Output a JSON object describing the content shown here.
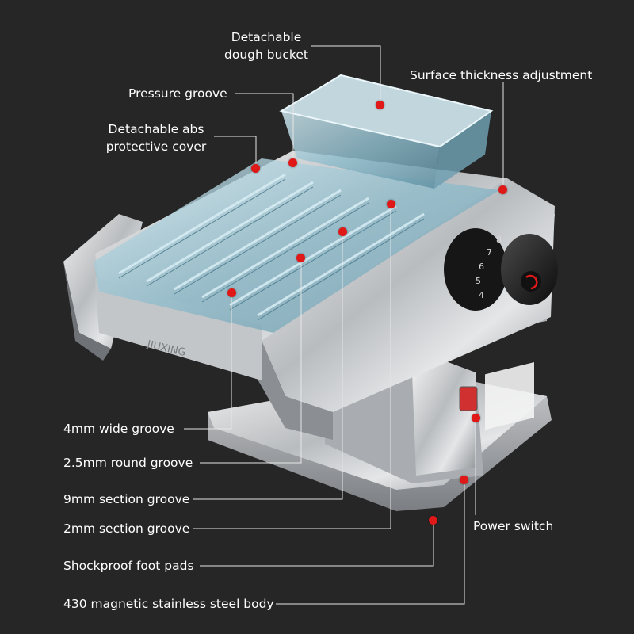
{
  "colors": {
    "background": "#262626",
    "label_text": "#ffffff",
    "marker": "#e01818",
    "leader_line": "#e6e6e6"
  },
  "product": {
    "knob_scale_digits": [
      "8",
      "7",
      "6",
      "5",
      "4"
    ],
    "engraving": "JIUXING"
  },
  "callouts": {
    "detachable_bucket": {
      "lines": [
        "Detachable",
        "dough bucket"
      ]
    },
    "surface_thickness": {
      "text": "Surface thickness adjustment"
    },
    "pressure_groove": {
      "text": "Pressure groove"
    },
    "protective_cover": {
      "lines": [
        "Detachable abs",
        "protective cover"
      ]
    },
    "wide_groove_4mm": {
      "text": "4mm wide groove"
    },
    "round_groove_2_5mm": {
      "text": "2.5mm round groove"
    },
    "section_groove_9mm": {
      "text": "9mm section groove"
    },
    "section_groove_2mm": {
      "text": "2mm section groove"
    },
    "power_switch": {
      "text": "Power switch"
    },
    "foot_pads": {
      "text": "Shockproof foot pads"
    },
    "steel_body": {
      "text": "430 magnetic stainless steel body"
    }
  }
}
